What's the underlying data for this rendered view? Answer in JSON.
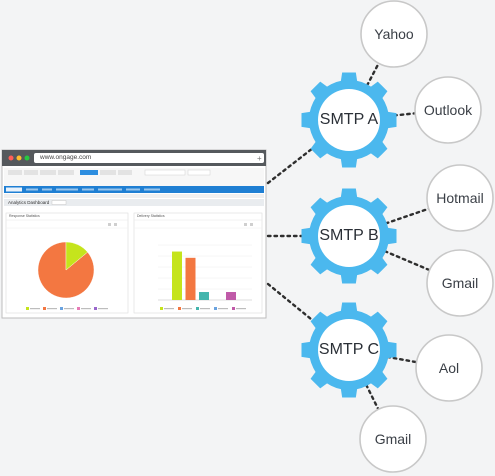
{
  "browser": {
    "url": "www.ongage.com",
    "dashboard_title": "Analytics Dashboard",
    "panel_left_title": "Response Statistics",
    "panel_right_title": "Delivery Statistics"
  },
  "gears": [
    {
      "id": "smtp-a",
      "label": "SMTP A"
    },
    {
      "id": "smtp-b",
      "label": "SMTP B"
    },
    {
      "id": "smtp-c",
      "label": "SMTP C"
    }
  ],
  "providers": [
    {
      "id": "yahoo",
      "label": "Yahoo",
      "gear": "smtp-a"
    },
    {
      "id": "outlook",
      "label": "Outlook",
      "gear": "smtp-a"
    },
    {
      "id": "hotmail",
      "label": "Hotmail",
      "gear": "smtp-b"
    },
    {
      "id": "gmail-b",
      "label": "Gmail",
      "gear": "smtp-b"
    },
    {
      "id": "aol",
      "label": "Aol",
      "gear": "smtp-c"
    },
    {
      "id": "gmail-c",
      "label": "Gmail",
      "gear": "smtp-c"
    }
  ],
  "colors": {
    "gear": "#4bb8ee",
    "gear_inner": "#ffffff",
    "provider_border": "#c8c8c8",
    "connector": "#2e2e2e",
    "nav_blue": "#1f7fd3",
    "pie_main": "#f37741",
    "pie_slice": "#c5e41c"
  },
  "chart_data": [
    {
      "type": "pie",
      "values": [
        86,
        14
      ]
    },
    {
      "type": "bar",
      "values": [
        85,
        74,
        14,
        0,
        14
      ]
    }
  ]
}
